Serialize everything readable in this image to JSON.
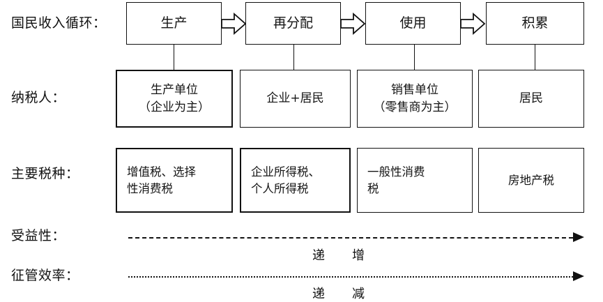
{
  "diagram": {
    "title_rows": [
      {
        "key": "flow",
        "label": "国民收入循环："
      },
      {
        "key": "taxpayer",
        "label": "纳税人："
      },
      {
        "key": "main_taxes",
        "label": "主要税种："
      },
      {
        "key": "benefit",
        "label": "受益性："
      },
      {
        "key": "efficiency",
        "label": "征管效率："
      }
    ],
    "flow_stages": [
      {
        "label": "生产"
      },
      {
        "label": "再分配"
      },
      {
        "label": "使用"
      },
      {
        "label": "积累"
      }
    ],
    "taxpayers": [
      {
        "label": "生产单位\n（企业为主）"
      },
      {
        "label": "企业+居民"
      },
      {
        "label": "销售单位\n（零售商为主）"
      },
      {
        "label": "居民"
      }
    ],
    "main_taxes": [
      {
        "label": "增值税、选择\n性消费税"
      },
      {
        "label": "企业所得税、\n个人所得税"
      },
      {
        "label": "一般性消费\n税"
      },
      {
        "label": "房地产税"
      }
    ],
    "trends": [
      {
        "key": "benefit",
        "caption": "递　　增",
        "style": "dashed"
      },
      {
        "key": "efficiency",
        "caption": "递　　减",
        "style": "dotted"
      }
    ],
    "colors": {
      "stroke": "#111111",
      "text": "#141414",
      "background": "#ffffff"
    }
  }
}
